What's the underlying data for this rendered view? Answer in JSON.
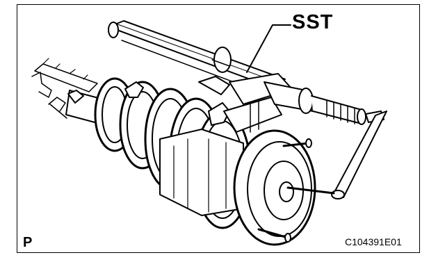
{
  "labels": {
    "tool": "SST",
    "corner": "P",
    "figure_code": "C104391E01"
  },
  "colors": {
    "line": "#000000",
    "background": "#ffffff"
  }
}
